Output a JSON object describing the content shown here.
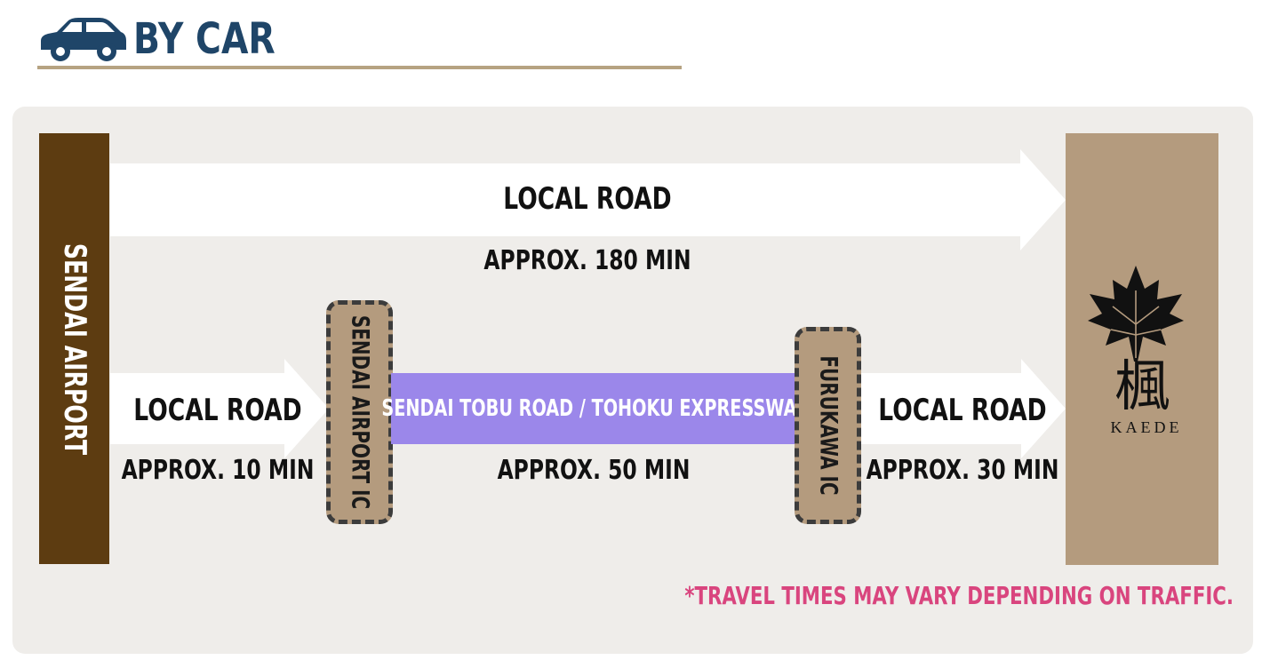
{
  "header": {
    "title": "BY CAR",
    "icon": "car-icon",
    "accent_color": "#1f4568",
    "rule_color": "#b6a382"
  },
  "origin": {
    "label": "SENDAI AIRPORT",
    "color": "#5d3c11"
  },
  "destination": {
    "kanji": "楓",
    "name": "KAEDE",
    "icon": "maple-leaf-icon",
    "color": "#b49b7e"
  },
  "routes": {
    "direct": {
      "road": "LOCAL ROAD",
      "time": "APPROX. 180 MIN"
    },
    "via_expressway": {
      "leg1": {
        "road": "LOCAL ROAD",
        "time": "APPROX. 10 MIN"
      },
      "interchange1": "SENDAI AIRPORT IC",
      "leg2": {
        "road": "SENDAI TOBU ROAD / TOHOKU EXPRESSWAY",
        "time": "APPROX. 50 MIN",
        "color": "#9b87ea"
      },
      "interchange2": "FURUKAWA IC",
      "leg3": {
        "road": "LOCAL ROAD",
        "time": "APPROX. 30 MIN"
      }
    }
  },
  "footnote": {
    "text": "*TRAVEL TIMES MAY VARY DEPENDING ON TRAFFIC.",
    "color": "#d9457e"
  }
}
